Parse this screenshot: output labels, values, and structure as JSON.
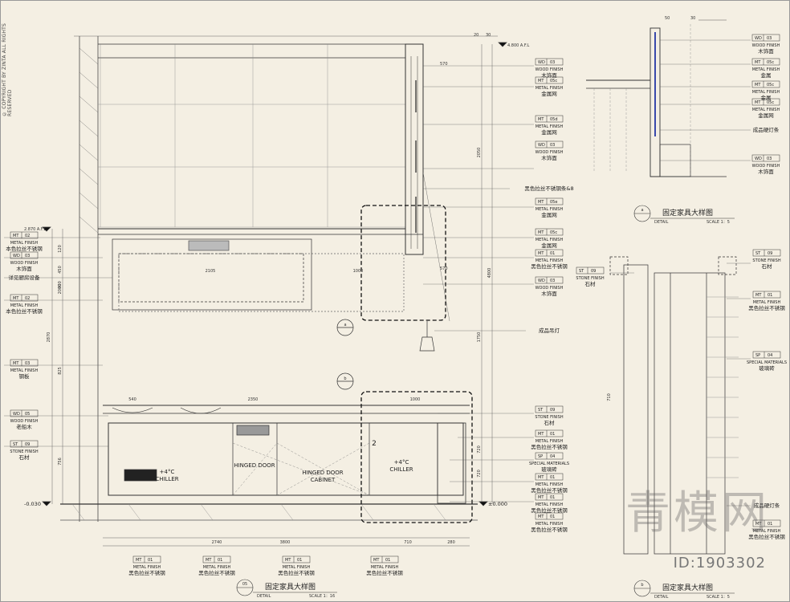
{
  "copyright": "© COPYRIGHT BY ZINTA ALL RIGHTS RESERVED",
  "watermark": {
    "id": "ID:1903302",
    "brand": "青模网"
  },
  "views": [
    {
      "letter": "05",
      "title": "固定家具大样图",
      "detail": "DETAIL",
      "scale": "SCALE 1：16"
    },
    {
      "letter": "a",
      "title": "固定家具大样图",
      "detail": "DETAIL",
      "scale": "SCALE 1：5"
    },
    {
      "letter": "b",
      "title": "固定家具大样图",
      "detail": "DETAIL",
      "scale": "SCALE 1：5"
    }
  ],
  "main_left_tags": [
    {
      "code": "MT",
      "num": "02",
      "en": "METAL FINISH",
      "cn": "本色拉丝不锈钢"
    },
    {
      "code": "WD",
      "num": "03",
      "en": "WOOD FINISH",
      "cn": "木饰面"
    },
    {
      "code": "",
      "num": "",
      "en": "",
      "cn": "详见厨房设备"
    },
    {
      "code": "MT",
      "num": "02",
      "en": "METAL FINISH",
      "cn": "本色拉丝不锈钢"
    },
    {
      "code": "MT",
      "num": "03",
      "en": "METAL FINISH",
      "cn": "钢板"
    },
    {
      "code": "WD",
      "num": "05",
      "en": "WOOD FINISH",
      "cn": "老船木"
    },
    {
      "code": "ST",
      "num": "09",
      "en": "STONE FINISH",
      "cn": "石材"
    }
  ],
  "main_right_tags": [
    {
      "code": "WD",
      "num": "03",
      "en": "WOOD FINISH",
      "cn": "木饰面"
    },
    {
      "code": "MT",
      "num": "05c",
      "en": "METAL FINISH",
      "cn": "金属网"
    },
    {
      "code": "MT",
      "num": "05d",
      "en": "METAL FINISH",
      "cn": "金属网"
    },
    {
      "code": "WD",
      "num": "03",
      "en": "WOOD FINISH",
      "cn": "木饰面"
    },
    {
      "code": "",
      "num": "",
      "en": "",
      "cn": "黑色拉丝不锈钢条&8"
    },
    {
      "code": "MT",
      "num": "05e",
      "en": "METAL FINISH",
      "cn": "金属网"
    },
    {
      "code": "MT",
      "num": "05c",
      "en": "METAL FINISH",
      "cn": "金属网"
    },
    {
      "code": "MT",
      "num": "01",
      "en": "METAL FINISH",
      "cn": "黑色拉丝不锈钢"
    },
    {
      "code": "WD",
      "num": "03",
      "en": "WOOD FINISH",
      "cn": "木饰面"
    },
    {
      "code": "",
      "num": "",
      "en": "",
      "cn": "成品吊灯"
    },
    {
      "code": "ST",
      "num": "09",
      "en": "STONE FINISH",
      "cn": "石材"
    },
    {
      "code": "MT",
      "num": "01",
      "en": "METAL FINISH",
      "cn": "黑色拉丝不锈钢"
    },
    {
      "code": "SP",
      "num": "04",
      "en": "SPECIAL MATERIALS",
      "cn": "玻璃砖"
    },
    {
      "code": "MT",
      "num": "01",
      "en": "METAL FINISH",
      "cn": "黑色拉丝不锈钢"
    },
    {
      "code": "MT",
      "num": "01",
      "en": "METAL FINISH",
      "cn": "黑色拉丝不锈钢"
    },
    {
      "code": "MT",
      "num": "01",
      "en": "METAL FINISH",
      "cn": "黑色拉丝不锈钢"
    }
  ],
  "main_bottom_tags": [
    {
      "code": "MT",
      "num": "01",
      "en": "METAL FINISH",
      "cn": "黑色拉丝不锈钢"
    },
    {
      "code": "MT",
      "num": "01",
      "en": "METAL FINISH",
      "cn": "黑色拉丝不锈钢"
    },
    {
      "code": "MT",
      "num": "01",
      "en": "METAL FINISH",
      "cn": "黑色拉丝不锈钢"
    },
    {
      "code": "MT",
      "num": "01",
      "en": "METAL FINISH",
      "cn": "黑色拉丝不锈钢"
    }
  ],
  "detail_a_tags": [
    {
      "code": "WD",
      "num": "03",
      "en": "WOOD FINISH",
      "cn": "木饰面"
    },
    {
      "code": "MT",
      "num": "05c",
      "en": "METAL FINISH",
      "cn": "金属"
    },
    {
      "code": "MT",
      "num": "05c",
      "en": "METAL FINISH",
      "cn": "金属"
    },
    {
      "code": "MT",
      "num": "05c",
      "en": "METAL FINISH",
      "cn": "金属网"
    },
    {
      "code": "",
      "num": "",
      "en": "",
      "cn": "成品硬灯条"
    },
    {
      "code": "WD",
      "num": "03",
      "en": "WOOD FINISH",
      "cn": "木饰面"
    }
  ],
  "detail_b_left_tags": [
    {
      "code": "ST",
      "num": "09",
      "en": "STONE FINISH",
      "cn": "石材"
    }
  ],
  "detail_b_right_tags": [
    {
      "code": "ST",
      "num": "09",
      "en": "STONE FINISH",
      "cn": "石材"
    },
    {
      "code": "MT",
      "num": "01",
      "en": "METAL FINISH",
      "cn": "黑色拉丝不锈钢"
    },
    {
      "code": "SP",
      "num": "04",
      "en": "SPECIAL MATERIALS",
      "cn": "玻璃砖"
    },
    {
      "code": "",
      "num": "",
      "en": "",
      "cn": "成品硬灯条"
    },
    {
      "code": "MT",
      "num": "01",
      "en": "METAL FINISH",
      "cn": "黑色拉丝不锈钢"
    }
  ],
  "levels": {
    "top": "4.800",
    "mid": "2.870",
    "floor_left": "-0.030",
    "floor_right": "±0.000"
  },
  "equipment": {
    "chiller_left": "+4°C\nCHILLER",
    "hinged_door": "HINGED DOOR",
    "hinged_cabinet": "HINGED DOOR\nCABINET",
    "chiller_right": "+4°C\nCHILLER"
  },
  "dims": {
    "top_row": [
      "570",
      "20",
      "30"
    ],
    "hood": [
      "2105",
      "1000",
      "570"
    ],
    "counter": [
      "540",
      "2350",
      "1000"
    ],
    "bottom": [
      "2740",
      "3800",
      "710",
      "280"
    ],
    "vertical_left": [
      "2870",
      "2000",
      "825",
      "450",
      "120",
      "900",
      "756"
    ],
    "vertical_right": [
      "2050",
      "4800",
      "1750",
      "720",
      "720"
    ],
    "a_top": [
      "50",
      "30"
    ],
    "b_side": [
      "710"
    ]
  },
  "section_markers": {
    "a": "a",
    "b": "b",
    "n2": "2"
  }
}
